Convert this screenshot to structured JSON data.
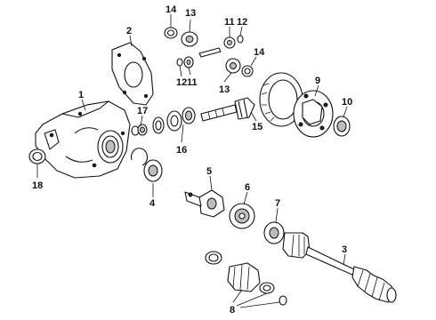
{
  "callouts": {
    "c1": "1",
    "c2": "2",
    "c3": "3",
    "c4": "4",
    "c5": "5",
    "c6": "6",
    "c7": "7",
    "c8": "8",
    "c9": "9",
    "c10": "10",
    "c11a": "11",
    "c11b": "11",
    "c12a": "12",
    "c12b": "12",
    "c13a": "13",
    "c13b": "13",
    "c14a": "14",
    "c14b": "14",
    "c15": "15",
    "c16": "16",
    "c17": "17",
    "c18": "18"
  }
}
